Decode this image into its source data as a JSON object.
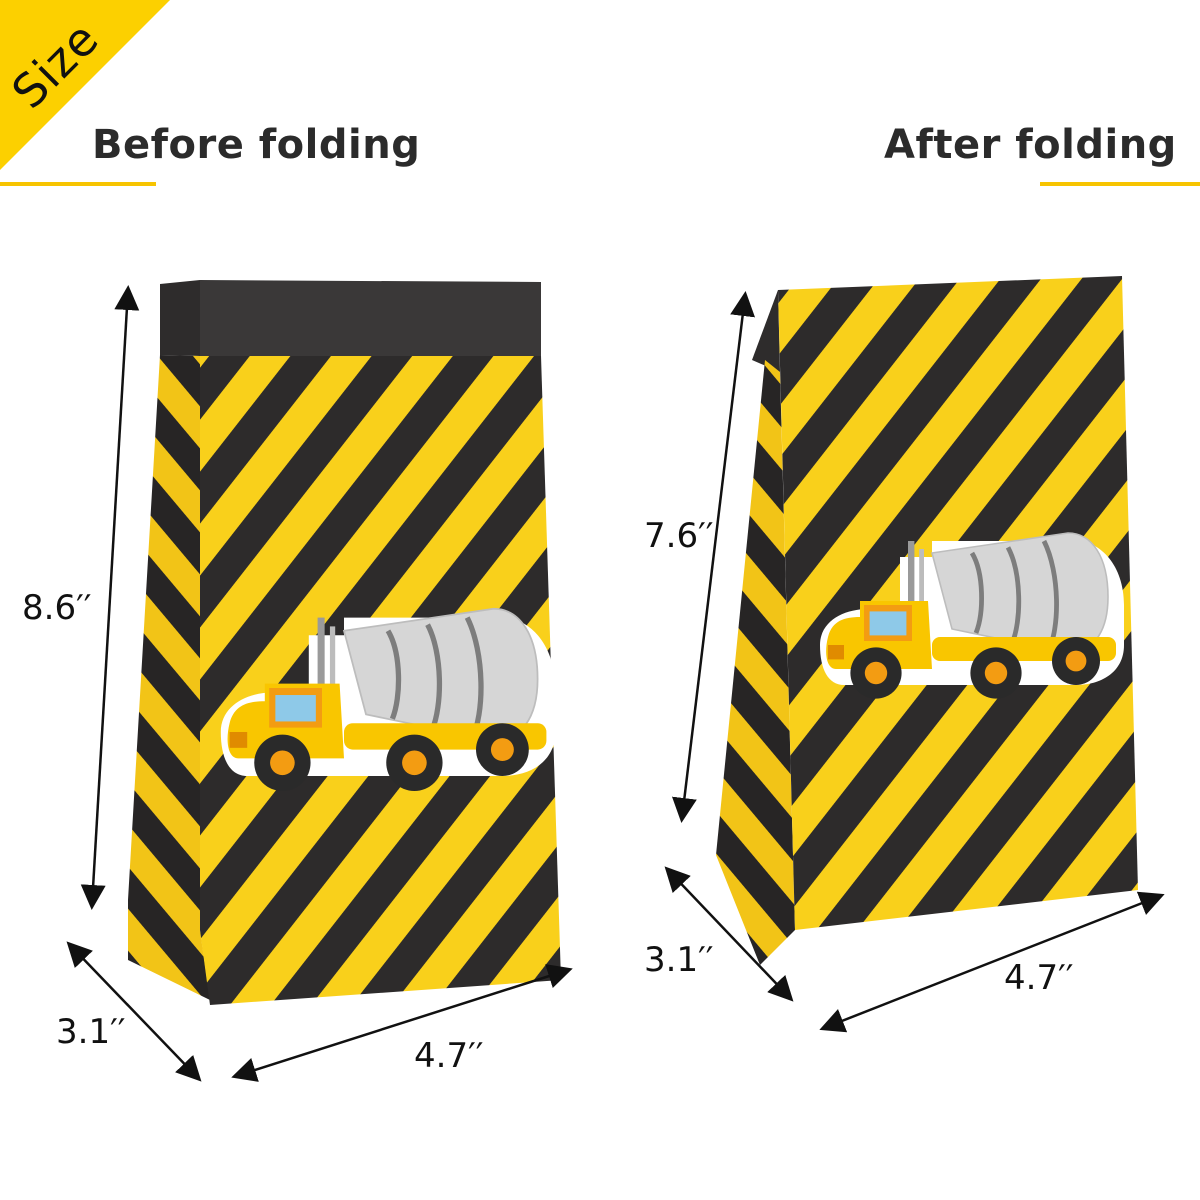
{
  "corner_label": "Size",
  "before": {
    "title": "Before folding",
    "height": "8.6′′",
    "depth": "3.1′′",
    "width": "4.7′′"
  },
  "after": {
    "title": "After folding",
    "height": "7.6′′",
    "depth": "3.1′′",
    "width": "4.7′′"
  },
  "colors": {
    "stripe_yellow": "#f9d01b",
    "stripe_black": "#2d2b2b",
    "accent": "#f7c400",
    "top_band": "#3a3838",
    "mixer_drum": "#d4d4d4",
    "wheel_orange": "#f39c12"
  },
  "illustration": "cement-mixer-truck"
}
